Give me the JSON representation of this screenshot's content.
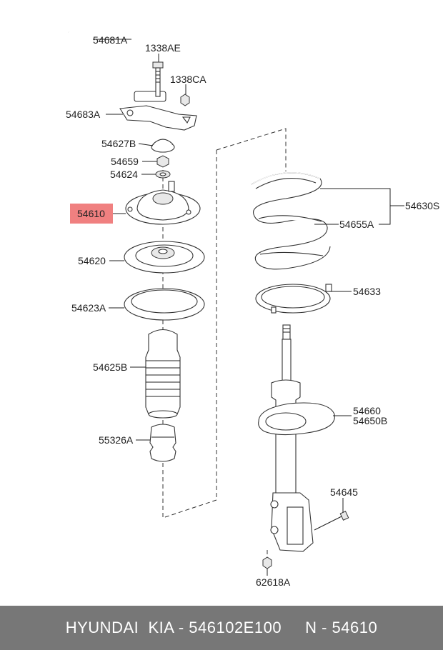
{
  "labels": {
    "p54681A": "54681A",
    "p1338AE": "1338AE",
    "p1338CA": "1338CA",
    "p54683A": "54683A",
    "p54627B": "54627B",
    "p54659": "54659",
    "p54624": "54624",
    "p54610": "54610",
    "p54620": "54620",
    "p54623A": "54623A",
    "p54625B": "54625B",
    "p55326A": "55326A",
    "p54630S": "54630S",
    "p54655A": "54655A",
    "p54633": "54633",
    "p54660": "54660",
    "p54650B": "54650B",
    "p54645": "54645",
    "p62618A": "62618A"
  },
  "highlight": {
    "part": "54610",
    "color": "#f08080"
  },
  "footer": {
    "text": "HYUNDAI  KIA - 546102E100     N - 54610"
  }
}
